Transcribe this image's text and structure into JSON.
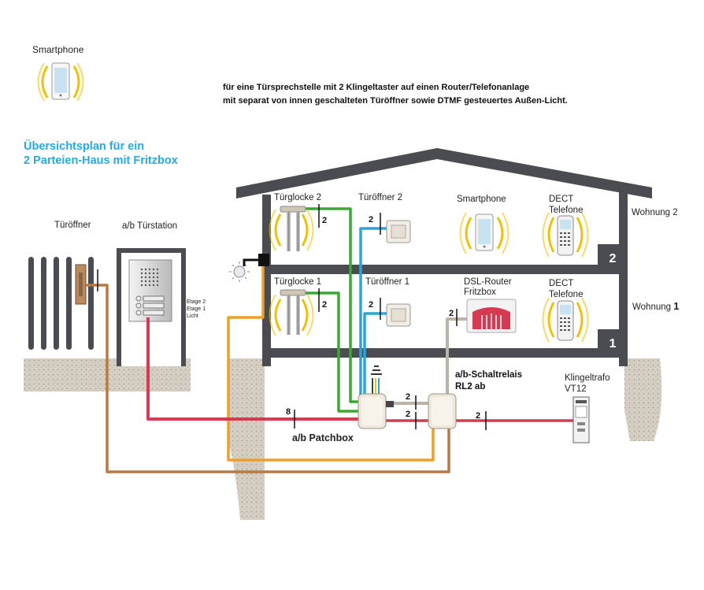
{
  "header": {
    "smartphone_label": "Smartphone",
    "desc_line1": "für eine  Türsprechstelle mit 2 Klingeltaster auf einen Router/Telefonanlage",
    "desc_line2": "mit separat von innen geschalteten Türöffner sowie DTMF gesteuertes Außen-Licht.",
    "overview_line1": "Übersichtsplan für ein",
    "overview_line2": "2 Parteien-Haus mit Fritzbox"
  },
  "outside": {
    "door_opener": "Türöffner",
    "door_station": "a/b  Türstation",
    "bell_labels": [
      "Etage 2",
      "Etage 1",
      "Licht"
    ]
  },
  "floor2": {
    "chime": "Türglocke 2",
    "opener": "Türöffner 2",
    "smartphone": "Smartphone",
    "dect": [
      "DECT",
      "Telefone"
    ],
    "apartment": "Wohnung 2",
    "floor_number": "2"
  },
  "floor1": {
    "chime": "Türglocke 1",
    "opener": "Türöffner 1",
    "router": [
      "DSL-Router",
      "Fritzbox"
    ],
    "dect": [
      "DECT",
      "Telefone"
    ],
    "apartment_prefix": "Wohnung ",
    "apartment_number": "1",
    "floor_number": "1"
  },
  "basement": {
    "patchbox": "a/b Patchbox",
    "relay": [
      "a/b-Schaltrelais",
      "RL2 ab"
    ],
    "transformer": [
      "Klingeltrafo",
      "VT12"
    ]
  },
  "wire_counts": {
    "chime2": "2",
    "opener2": "2",
    "chime1": "2",
    "opener1": "2",
    "router": "2",
    "main": "8",
    "relay_top": "2",
    "relay_bottom": "2",
    "trafo": "2"
  },
  "colors": {
    "green": "#3aa835",
    "blue": "#2ba3dc",
    "red": "#d63a52",
    "orange": "#ee9f2a",
    "brown": "#b57a45",
    "grey": "#b9b3aa",
    "wall": "#4a4c52",
    "signal": "#f0c10a",
    "accent_title": "#27a9e1"
  }
}
